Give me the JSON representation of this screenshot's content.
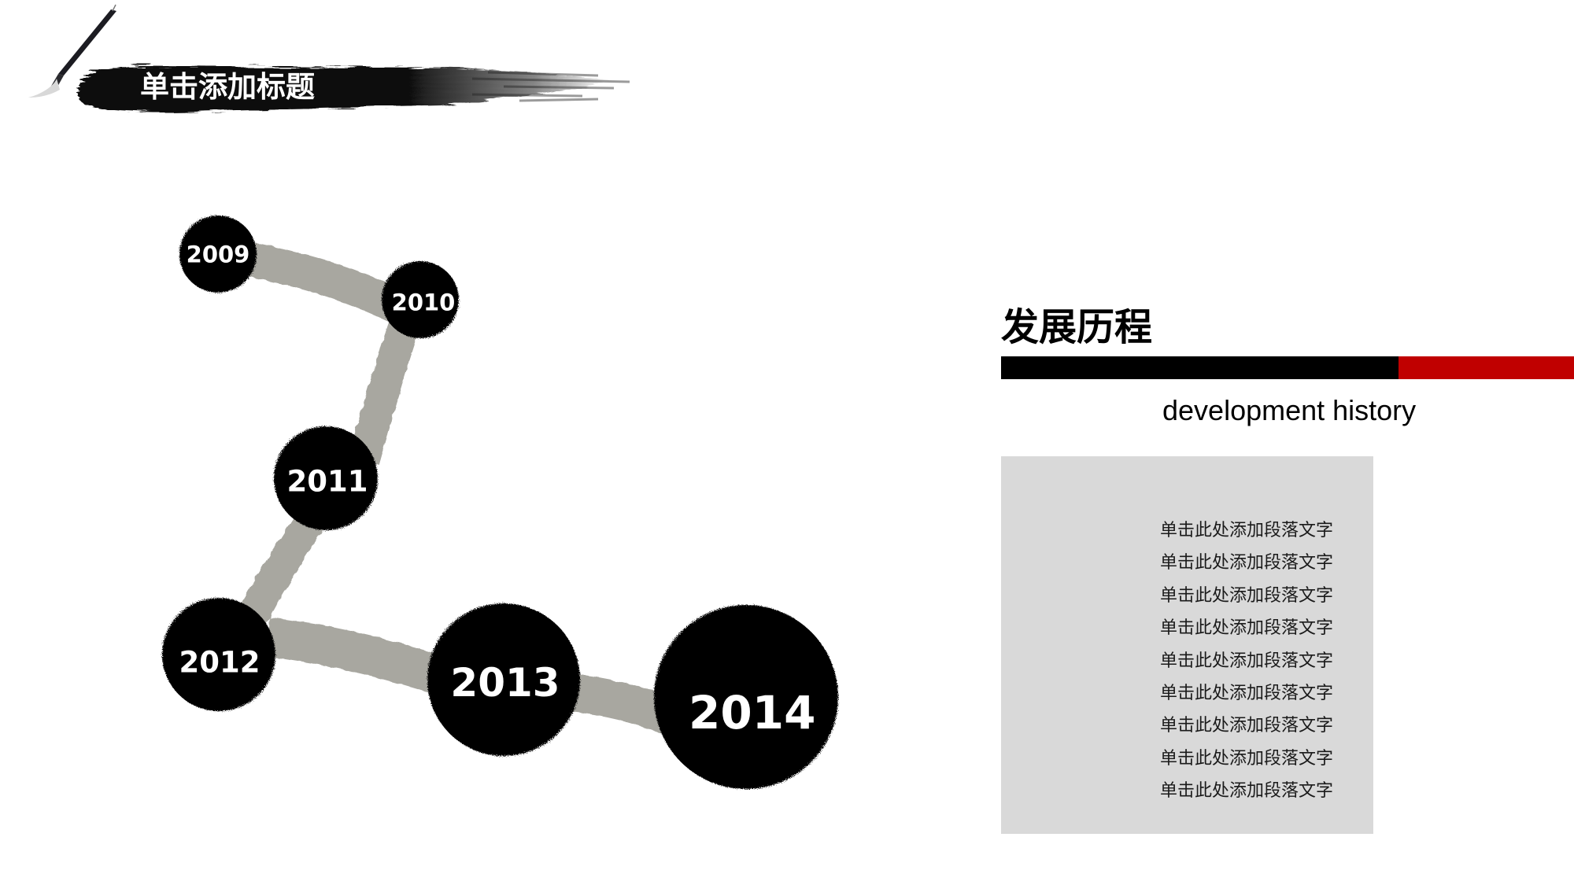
{
  "header": {
    "title": "单击添加标题",
    "icons": [
      "brush-pen-icon",
      "ink-stroke-banner"
    ]
  },
  "timeline": {
    "connector_color": "#a8a7a0",
    "node_color": "#000000",
    "nodes": [
      {
        "year": "2009"
      },
      {
        "year": "2010"
      },
      {
        "year": "2011"
      },
      {
        "year": "2012"
      },
      {
        "year": "2013"
      },
      {
        "year": "2014"
      }
    ]
  },
  "panel": {
    "title": "发展历程",
    "subtitle": "development history",
    "accent_black": "#000000",
    "accent_red": "#c00000",
    "box_color": "#d9d9d9",
    "paragraphs": [
      "单击此处添加段落文字",
      "单击此处添加段落文字",
      "单击此处添加段落文字",
      "单击此处添加段落文字",
      "单击此处添加段落文字",
      "单击此处添加段落文字",
      "单击此处添加段落文字",
      "单击此处添加段落文字",
      "单击此处添加段落文字"
    ]
  }
}
